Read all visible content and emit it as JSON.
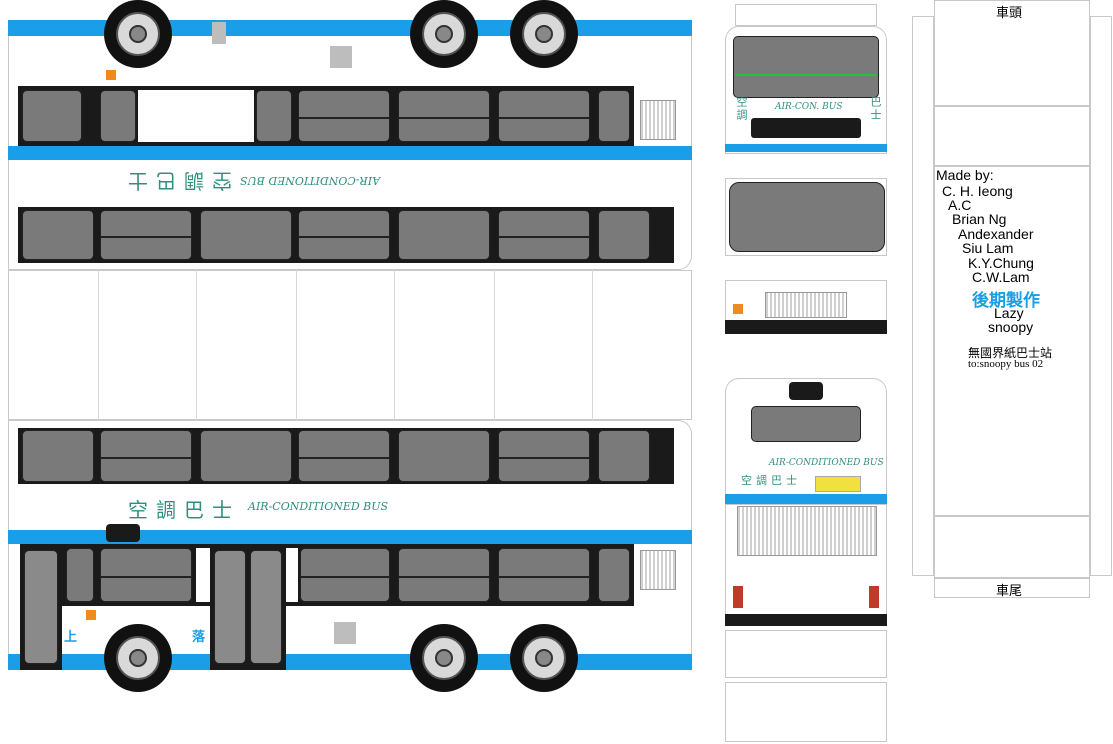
{
  "side_upper": {
    "chinese_name": "空調巴士",
    "english_name": "AIR-CONDITIONED BUS"
  },
  "side_lower": {
    "chinese_name": "空調巴士",
    "english_name": "AIR-CONDITIONED BUS",
    "boarding_label": "上",
    "alighting_label": "落"
  },
  "front": {
    "chinese_left": "空調",
    "chinese_right": "巴士",
    "english_name": "AIR-CON. BUS"
  },
  "rear": {
    "english_name": "AIR-CONDITIONED BUS",
    "chinese_name": "空調巴士"
  },
  "roof_strip": {
    "top_label": "車頭",
    "bottom_label": "車尾"
  },
  "credits": {
    "heading": "Made by:",
    "names": [
      "C. H. Ieong",
      "A.C",
      "Brian Ng",
      "Andexander",
      "Siu Lam",
      "K.Y.Chung",
      "C.W.Lam"
    ],
    "post_production": "後期製作",
    "names_after": [
      "Lazy",
      "snoopy"
    ],
    "site": "無國界紙巴士站",
    "to_line": "to:snoopy bus 02"
  },
  "colors": {
    "livery_blue": "#1a9ee8",
    "window_grey": "#7a7a7a",
    "text_teal": "#2f8f7f",
    "post_production_blue": "#1a9ee8"
  }
}
